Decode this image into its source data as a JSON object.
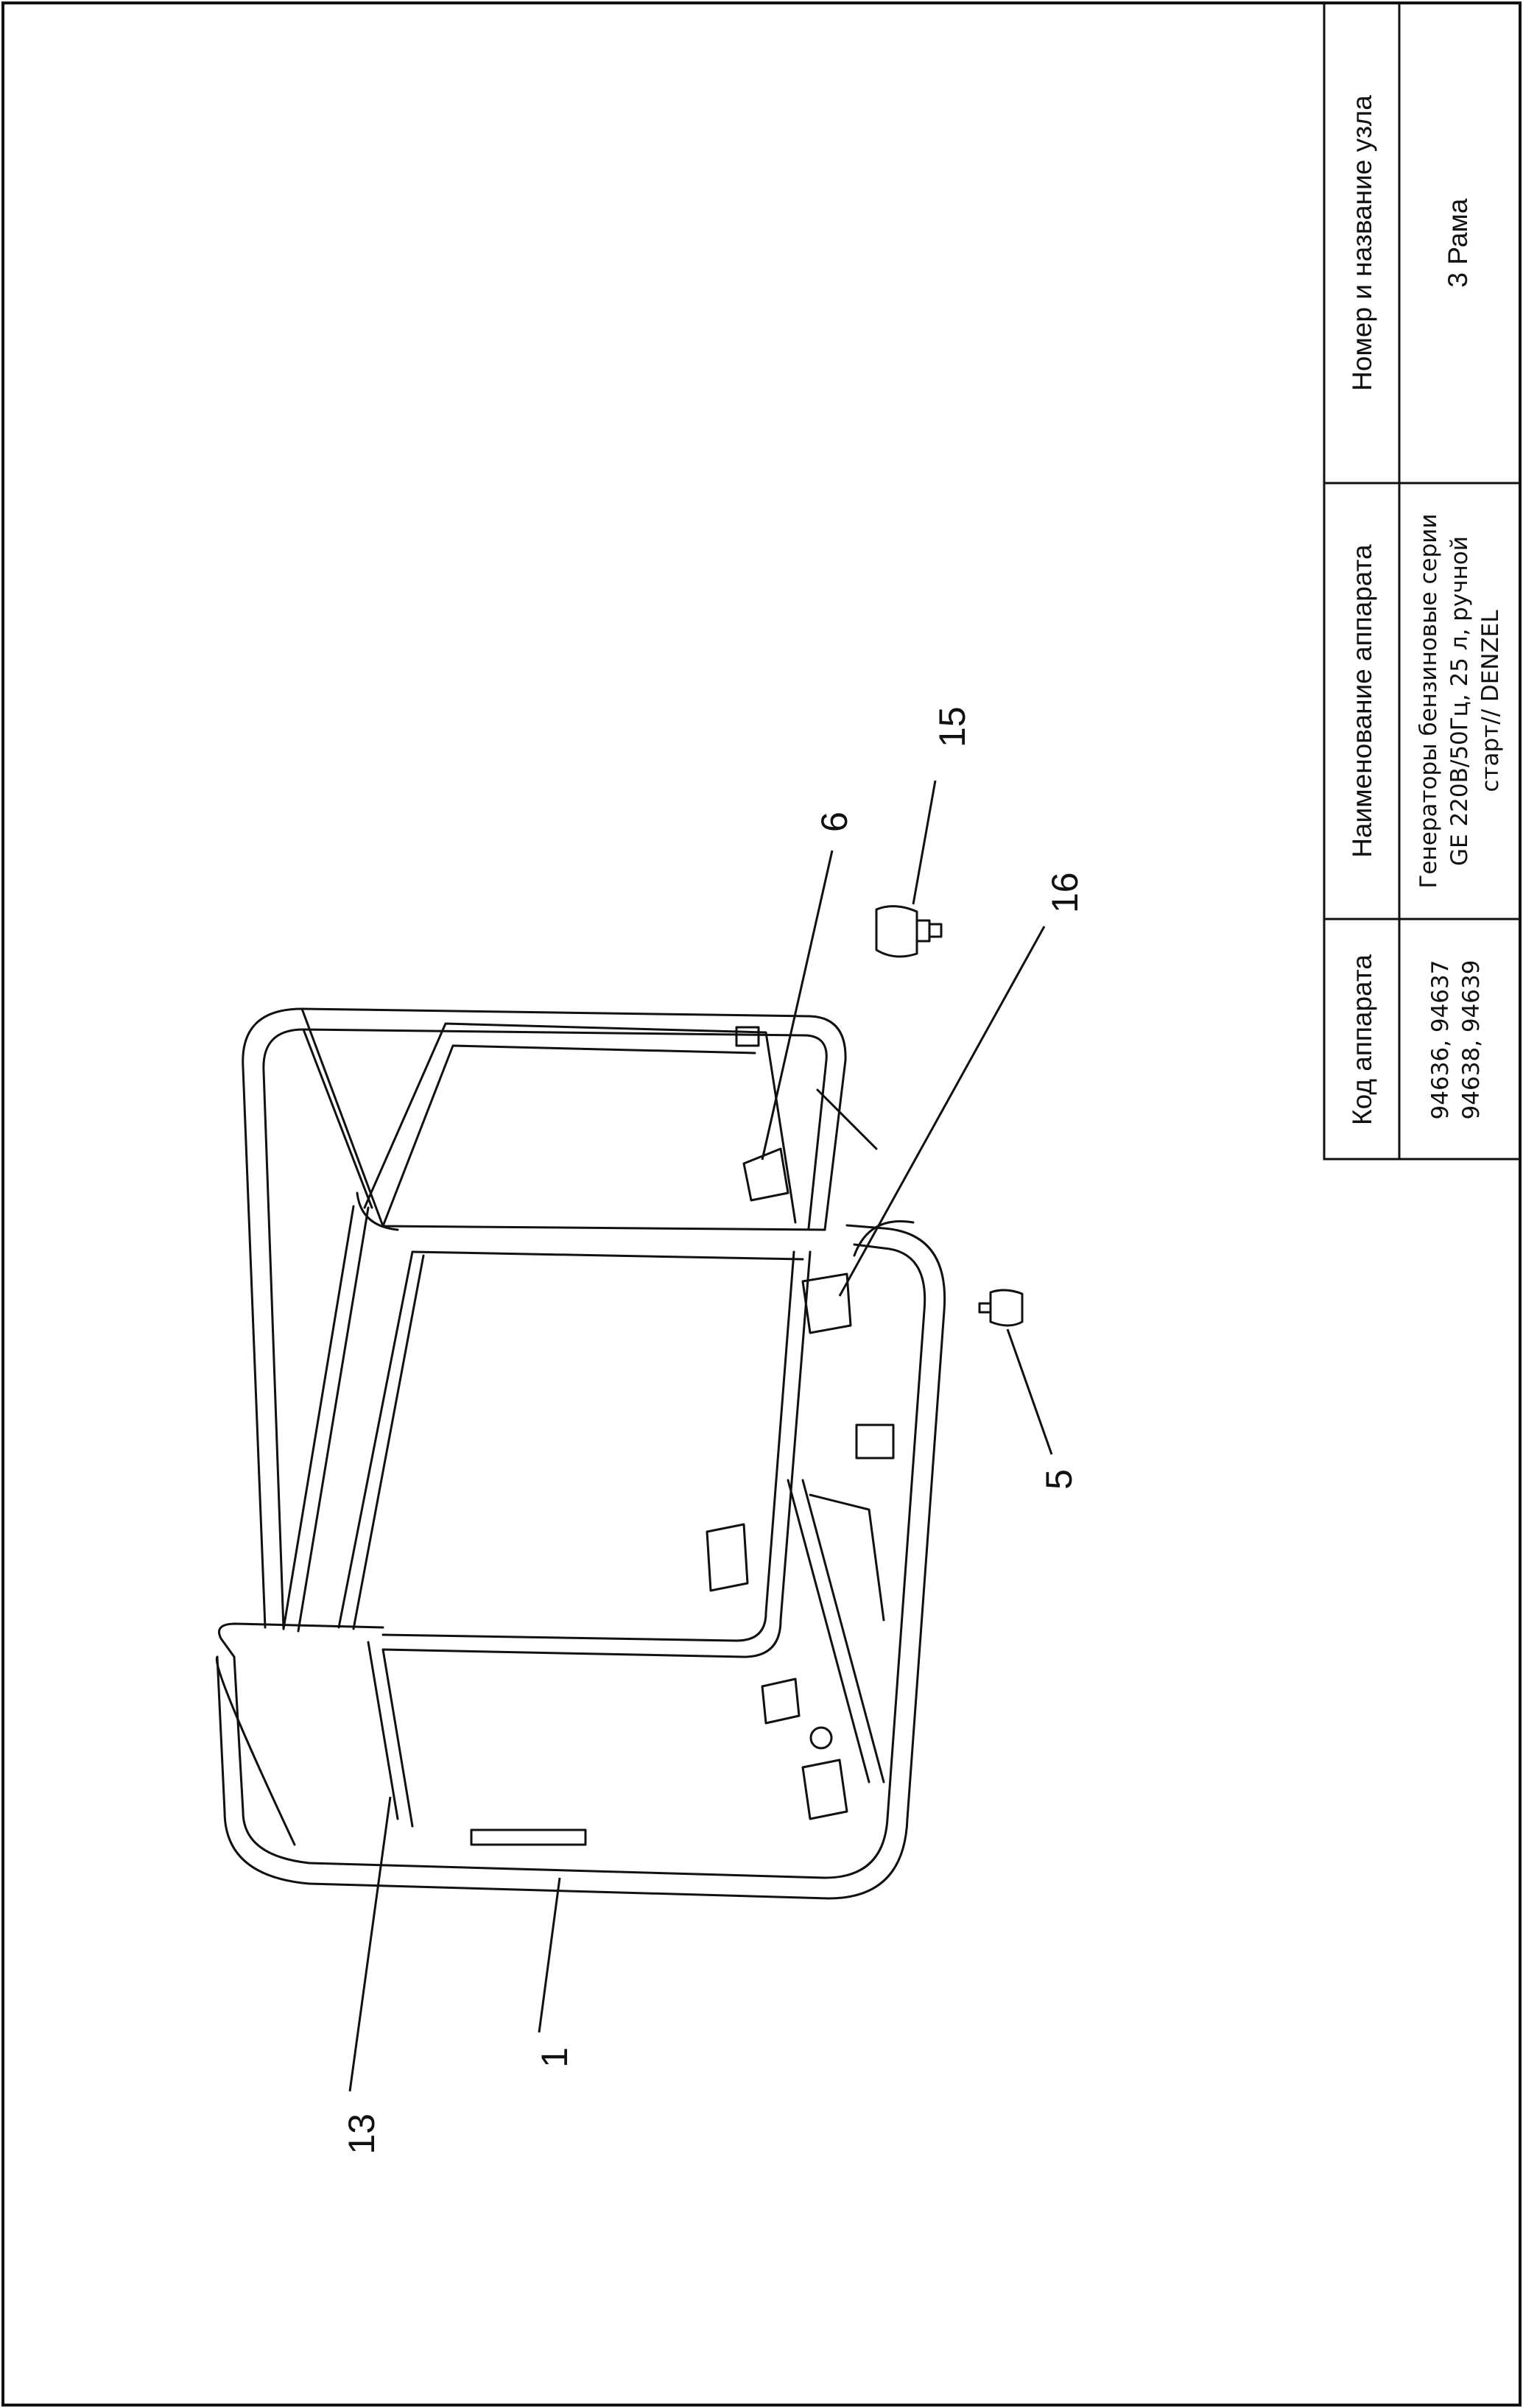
{
  "title_block": {
    "col_code_header": "Код аппарата",
    "col_code_value_1": "94636, 94637",
    "col_code_value_2": "94638, 94639",
    "col_name_header": "Наименование аппарата",
    "col_name_value_1": "Генераторы бензиновые серии",
    "col_name_value_2": "GE 220В/50Гц, 25 л, ручной",
    "col_name_value_3": "старт// DENZEL",
    "col_node_header": "Номер и название узла",
    "col_node_value": "3 Рама"
  },
  "callouts": [
    {
      "label": "1"
    },
    {
      "label": "13"
    },
    {
      "label": "5"
    },
    {
      "label": "6"
    },
    {
      "label": "15"
    },
    {
      "label": "16"
    }
  ]
}
